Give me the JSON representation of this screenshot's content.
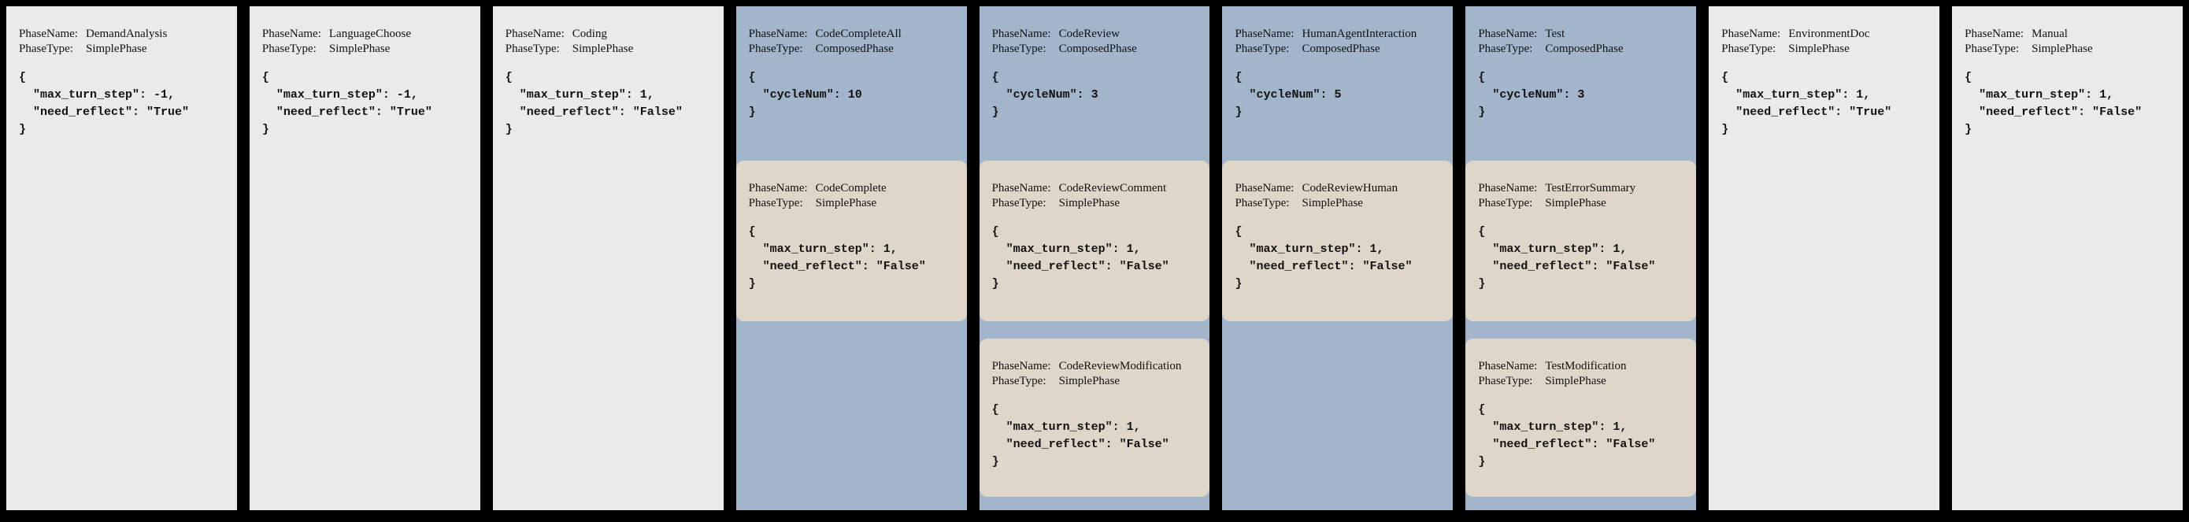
{
  "colors": {
    "background": "#000000",
    "simple_phase_bg": "#e8ebe9",
    "composed_phase_bg": "#a3b5cb",
    "subphase_bg": "#ded6c8",
    "text": "#111111"
  },
  "labels": {
    "phase_name": "PhaseName:",
    "phase_type": "PhaseType:"
  },
  "phases": [
    {
      "name": "DemandAnalysis",
      "type": "SimplePhase",
      "config": "{\n  \"max_turn_step\": -1,\n  \"need_reflect\": \"True\"\n}"
    },
    {
      "name": "LanguageChoose",
      "type": "SimplePhase",
      "config": "{\n  \"max_turn_step\": -1,\n  \"need_reflect\": \"True\"\n}"
    },
    {
      "name": "Coding",
      "type": "SimplePhase",
      "config": "{\n  \"max_turn_step\": 1,\n  \"need_reflect\": \"False\"\n}"
    },
    {
      "name": "CodeCompleteAll",
      "type": "ComposedPhase",
      "config": "{\n  \"cycleNum\": 10\n}",
      "subphases": [
        {
          "name": "CodeComplete",
          "type": "SimplePhase",
          "config": "{\n  \"max_turn_step\": 1,\n  \"need_reflect\": \"False\"\n}"
        }
      ]
    },
    {
      "name": "CodeReview",
      "type": "ComposedPhase",
      "config": "{\n  \"cycleNum\": 3\n}",
      "subphases": [
        {
          "name": "CodeReviewComment",
          "type": "SimplePhase",
          "config": "{\n  \"max_turn_step\": 1,\n  \"need_reflect\": \"False\"\n}"
        },
        {
          "name": "CodeReviewModification",
          "type": "SimplePhase",
          "config": "{\n  \"max_turn_step\": 1,\n  \"need_reflect\": \"False\"\n}"
        }
      ]
    },
    {
      "name": "HumanAgentInteraction",
      "type": "ComposedPhase",
      "config": "{\n  \"cycleNum\": 5\n}",
      "subphases": [
        {
          "name": "CodeReviewHuman",
          "type": "SimplePhase",
          "config": "{\n  \"max_turn_step\": 1,\n  \"need_reflect\": \"False\"\n}"
        }
      ]
    },
    {
      "name": "Test",
      "type": "ComposedPhase",
      "config": "{\n  \"cycleNum\": 3\n}",
      "subphases": [
        {
          "name": "TestErrorSummary",
          "type": "SimplePhase",
          "config": "{\n  \"max_turn_step\": 1,\n  \"need_reflect\": \"False\"\n}"
        },
        {
          "name": "TestModification",
          "type": "SimplePhase",
          "config": "{\n  \"max_turn_step\": 1,\n  \"need_reflect\": \"False\"\n}"
        }
      ]
    },
    {
      "name": "EnvironmentDoc",
      "type": "SimplePhase",
      "config": "{\n  \"max_turn_step\": 1,\n  \"need_reflect\": \"True\"\n}"
    },
    {
      "name": "Manual",
      "type": "SimplePhase",
      "config": "{\n  \"max_turn_step\": 1,\n  \"need_reflect\": \"False\"\n}"
    }
  ]
}
